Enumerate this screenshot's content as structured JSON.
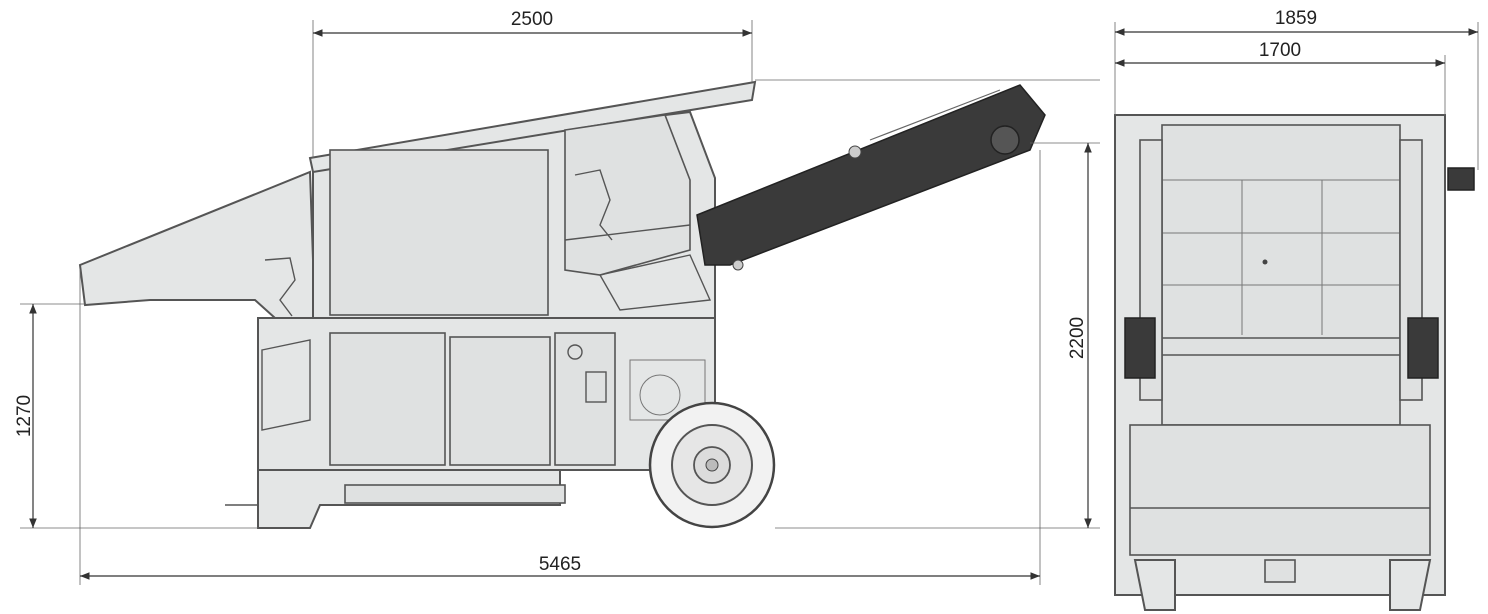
{
  "drawing": {
    "dimensions": {
      "side_width_top": "2500",
      "side_height_left": "1270",
      "side_height_right": "2200",
      "side_total_length": "5465",
      "front_width_outer": "1859",
      "front_width_inner": "1700"
    },
    "colors": {
      "body": "#e4e6e6",
      "outline": "#555555",
      "conveyor": "#3a3a3a"
    }
  }
}
